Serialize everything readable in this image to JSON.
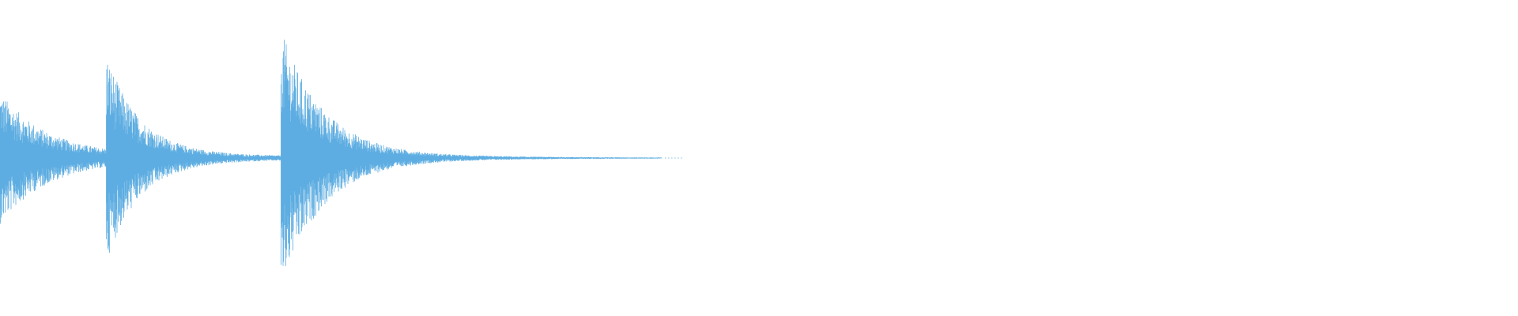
{
  "waveform": {
    "color": "#5dade2",
    "background": "#ffffff",
    "duration_fraction_with_audio": 0.44,
    "transients": [
      {
        "position": 0.0,
        "peak_amplitude": 0.5,
        "decay": 0.1
      },
      {
        "position": 0.07,
        "peak_amplitude": 0.75,
        "decay": 0.07
      },
      {
        "position": 0.185,
        "peak_amplitude": 1.0,
        "decay": 0.09
      }
    ],
    "noise_floor": 0.02
  }
}
